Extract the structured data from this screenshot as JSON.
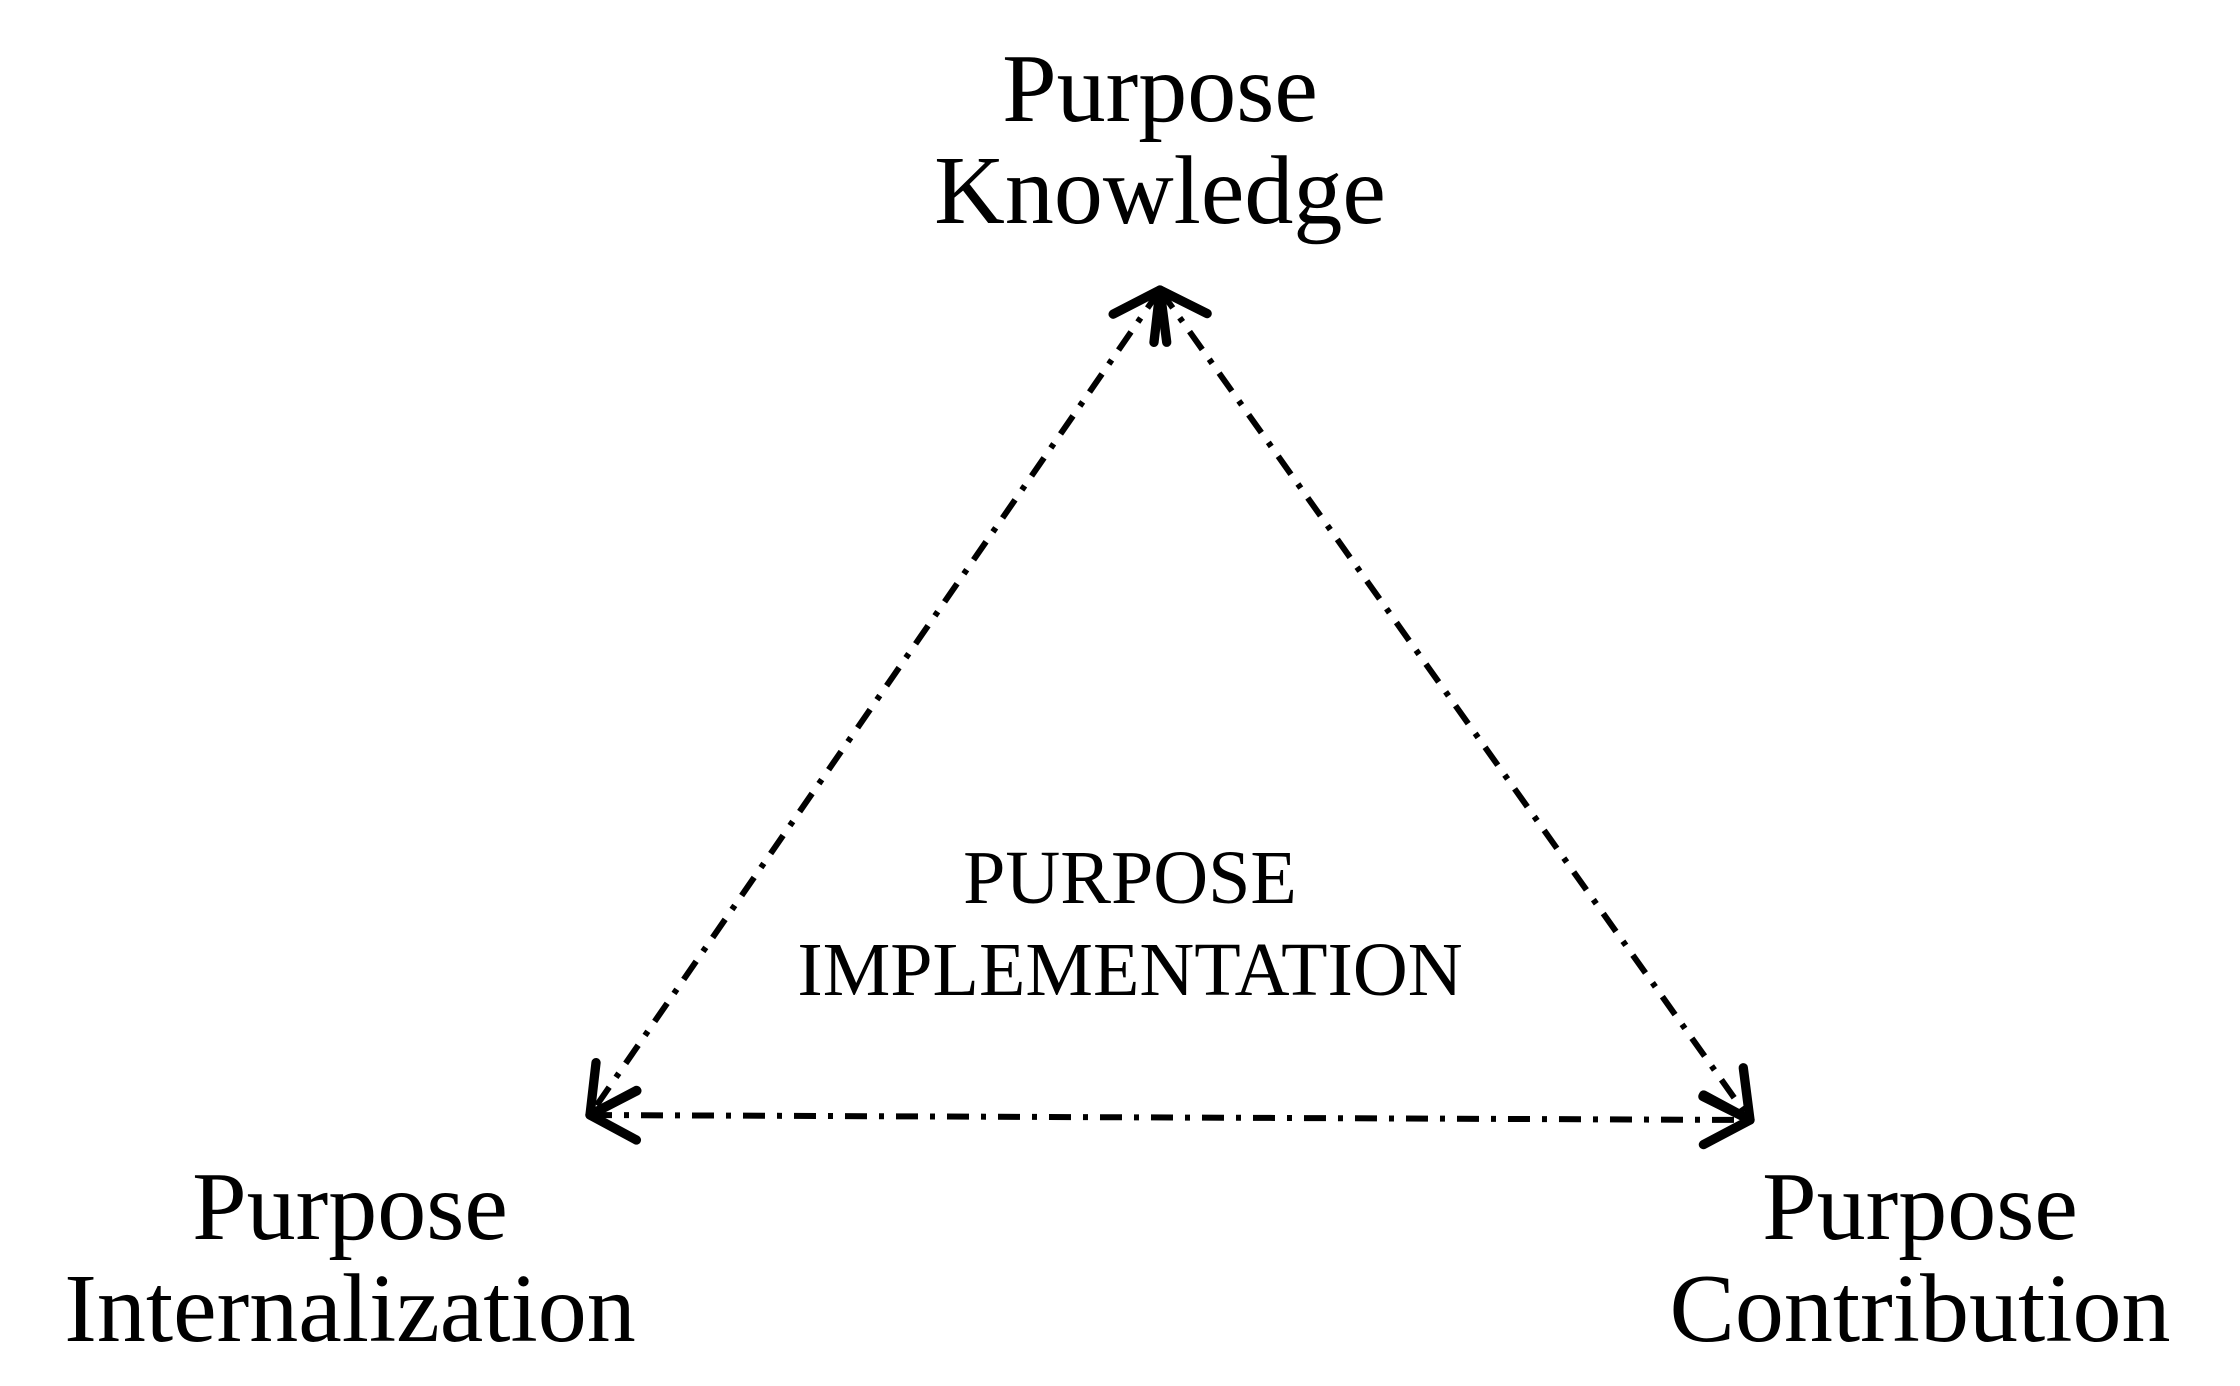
{
  "diagram": {
    "nodes": [
      {
        "id": "knowledge",
        "lines": [
          "Purpose",
          "Knowledge"
        ]
      },
      {
        "id": "internalization",
        "lines": [
          "Purpose",
          "Internalization"
        ]
      },
      {
        "id": "contribution",
        "lines": [
          "Purpose",
          "Contribution"
        ]
      }
    ],
    "center": {
      "lines": [
        "PURPOSE",
        "IMPLEMENTATION"
      ]
    },
    "edges": [
      {
        "from": "knowledge",
        "to": "internalization",
        "style": "dash-dot",
        "arrows": "both"
      },
      {
        "from": "knowledge",
        "to": "contribution",
        "style": "dash-dot",
        "arrows": "both"
      },
      {
        "from": "internalization",
        "to": "contribution",
        "style": "dash-dot",
        "arrows": "both"
      }
    ],
    "colors": {
      "ink": "#000000",
      "background": "#ffffff"
    }
  }
}
